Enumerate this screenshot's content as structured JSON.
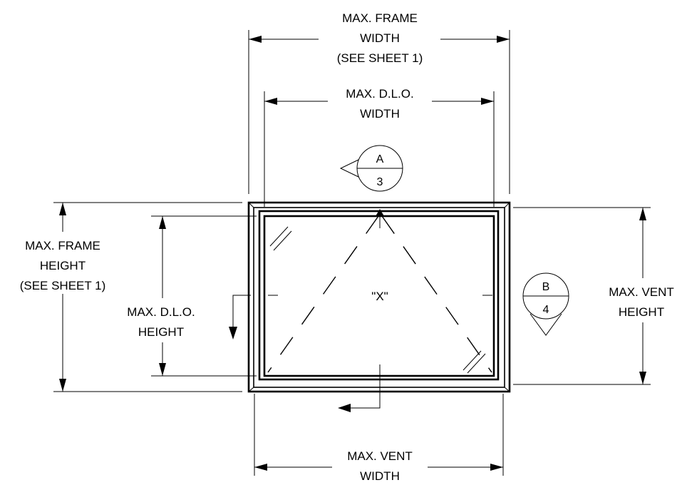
{
  "dimensions": {
    "frame_width": [
      "MAX. FRAME",
      "WIDTH",
      "(SEE SHEET 1)"
    ],
    "dlo_width": [
      "MAX. D.L.O.",
      "WIDTH"
    ],
    "frame_height": [
      "MAX. FRAME",
      "HEIGHT",
      "(SEE SHEET 1)"
    ],
    "dlo_height": [
      "MAX. D.L.O.",
      "HEIGHT"
    ],
    "vent_height": [
      "MAX. VENT",
      "HEIGHT"
    ],
    "vent_width": [
      "MAX. VENT",
      "WIDTH"
    ]
  },
  "panel_label": "\"X\"",
  "section_callouts": {
    "a": {
      "letter": "A",
      "sheet": "3"
    },
    "b": {
      "letter": "B",
      "sheet": "4"
    }
  }
}
